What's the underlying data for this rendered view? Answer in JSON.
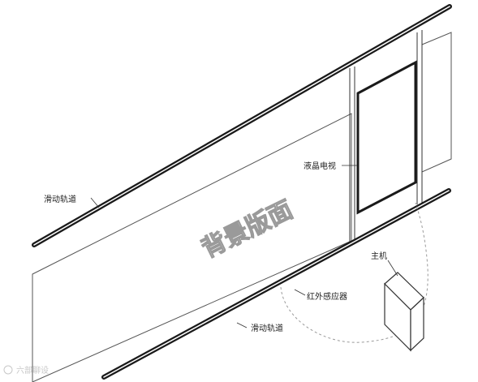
{
  "labels": {
    "rail_top": "滑动轨道",
    "rail_bottom": "滑动轨道",
    "background_panel": "背景版面",
    "lcd_tv": "液晶电视",
    "host": "主机",
    "ir_sensor": "红外感应器"
  },
  "watermark": {
    "text": "六部聊设"
  },
  "colors": {
    "line": "#1a1a1a",
    "panel_line": "#555555",
    "dashed": "#999999",
    "background": "#ffffff"
  }
}
